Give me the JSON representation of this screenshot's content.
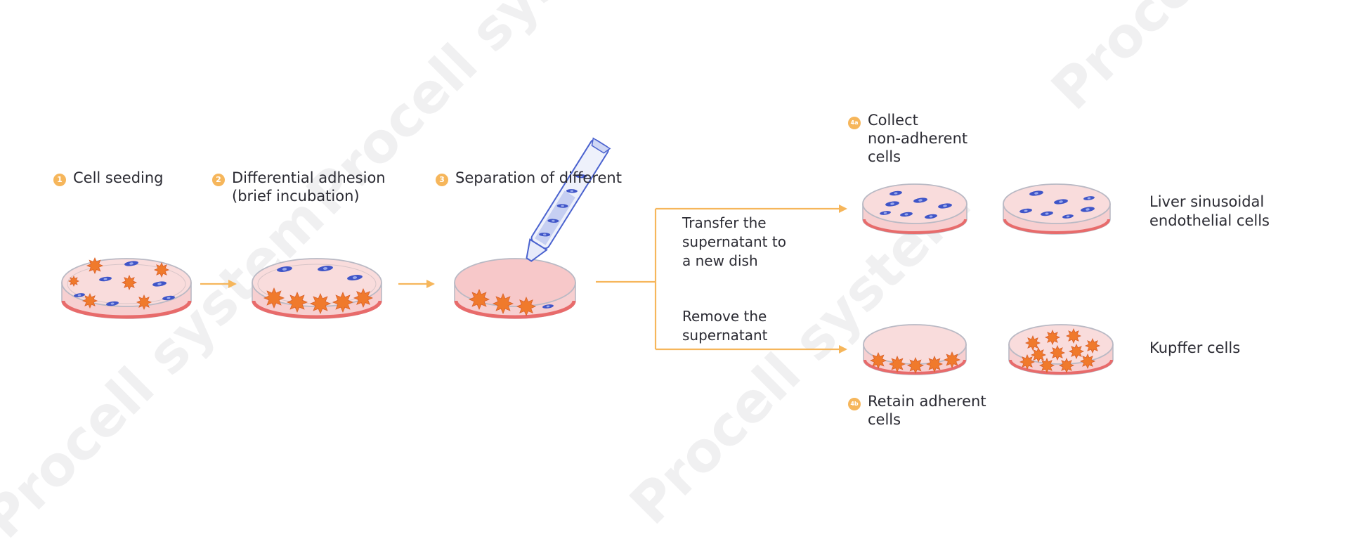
{
  "colors": {
    "arrow": "#f6b65b",
    "bullet": "#f6b65b",
    "medium": "#f7cfd0",
    "dish_rim": "#b9b9c4",
    "dish_base": "#e86b6b",
    "kupffer_cell": "#f07a2c",
    "endothelial_cell": "#3f55c8",
    "text": "#2b2b33",
    "watermark": "#c8c8cd"
  },
  "watermarks": [
    "Procell system",
    "Procell system",
    "Procell system",
    "Procell system"
  ],
  "steps": [
    {
      "bullet": "1",
      "lines": [
        "Cell seeding"
      ]
    },
    {
      "bullet": "2",
      "lines": [
        "Differential adhesion",
        "(brief incubation)"
      ]
    },
    {
      "bullet": "3",
      "lines": [
        "Separation of different"
      ]
    },
    {
      "bullet": "4a",
      "lines": [
        "Collect",
        "non-adherent",
        "cells"
      ]
    },
    {
      "bullet": "4b",
      "lines": [
        "Retain adherent",
        "cells"
      ]
    }
  ],
  "actions": [
    {
      "lines": [
        "Transfer the",
        "supernatant to",
        "a new dish"
      ]
    },
    {
      "lines": [
        "Remove the",
        "supernatant"
      ]
    }
  ],
  "results": [
    {
      "lines": [
        "Liver sinusoidal",
        "endothelial cells"
      ]
    },
    {
      "lines": [
        "Kupffer cells"
      ]
    }
  ],
  "icons": [
    "petri-dish-icon",
    "pipette-icon",
    "kupffer-cell-icon",
    "endothelial-cell-icon",
    "arrow-icon"
  ]
}
